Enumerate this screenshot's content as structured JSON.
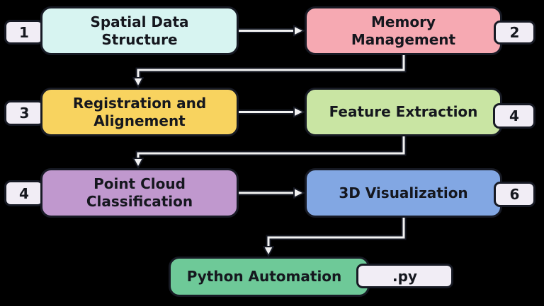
{
  "diagram": {
    "background": "#000000",
    "border_color": "#171a24",
    "arrow_color": "#f2f2f2",
    "badge_fill": "#f1edf5",
    "text_color": "#15171e",
    "nodes": [
      {
        "label": "Spatial Data\nStructure",
        "badge": "1",
        "badge_side": "left",
        "fill": "#d7f4f1"
      },
      {
        "label": "Memory\nManagement",
        "badge": "2",
        "badge_side": "right",
        "fill": "#f6a9b2"
      },
      {
        "label": "Registration and\nAlignement",
        "badge": "3",
        "badge_side": "left",
        "fill": "#f8d35f"
      },
      {
        "label": "Feature Extraction",
        "badge": "4",
        "badge_side": "right",
        "fill": "#c9e5a3"
      },
      {
        "label": "Point Cloud\nClassification",
        "badge": "4",
        "badge_side": "left",
        "fill": "#c098ce"
      },
      {
        "label": "3D Visualization",
        "badge": "6",
        "badge_side": "right",
        "fill": "#82a7e3"
      },
      {
        "label": "Python Automation",
        "badge": ".py",
        "badge_side": "right",
        "fill": "#6ec998"
      }
    ]
  }
}
